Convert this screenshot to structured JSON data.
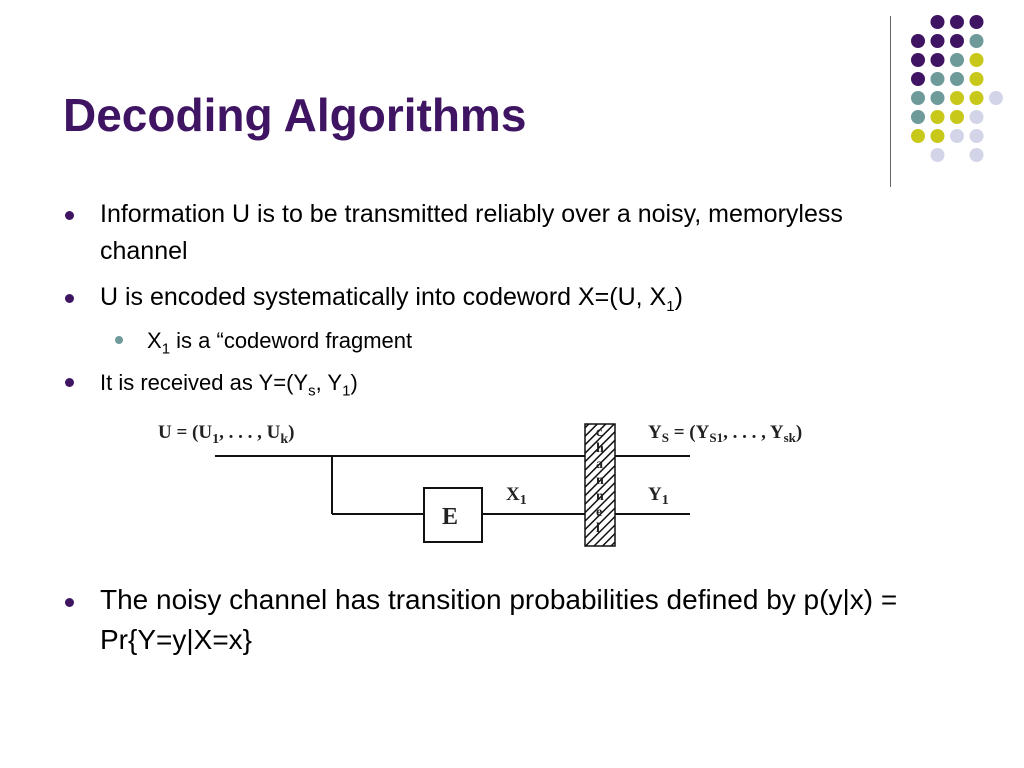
{
  "slide": {
    "title": "Decoding Algorithms",
    "bullets": [
      {
        "text": "Information U is to be transmitted reliably over a noisy, memoryless channel"
      },
      {
        "prefix": "U is encoded systematically into codeword X=(U, X",
        "sub": "1",
        "suffix": ")"
      },
      {
        "prefix": "X",
        "sub": "1",
        "suffix": " is a “codeword fragment"
      },
      {
        "prefix": "It is received as Y=(Y",
        "sub": "s",
        "mid": ", Y",
        "sub2": "1",
        "suffix": ")"
      },
      {
        "text": "The noisy channel has transition probabilities defined by p(y|x) = Pr{Y=y|X=x}"
      }
    ]
  },
  "diagram": {
    "input_label": "U = (U",
    "input_sub1": "1",
    "input_mid": ", . . . , U",
    "input_subk": "k",
    "input_end": ")",
    "encoder_label": "E",
    "x1_label": "X",
    "x1_sub": "1",
    "ys_label": "Y",
    "ys_sub": "S",
    "ys_mid": " = (Y",
    "ys_sub1": "S1",
    "ys_mid2": ", . . . , Y",
    "ys_subk": "sk",
    "ys_end": ")",
    "y1_label": "Y",
    "y1_sub": "1",
    "channel_letters": [
      "c",
      "h",
      "a",
      "n",
      "n",
      "e",
      "l"
    ]
  },
  "colors": {
    "title": "#3f1563",
    "bullet_primary": "#3f1563",
    "bullet_secondary": "#6f9a9a",
    "dot_purple": "#3f1563",
    "dot_teal": "#6f9a9a",
    "dot_yellow": "#c8c81a",
    "dot_lavender": "#d4d4e8"
  }
}
